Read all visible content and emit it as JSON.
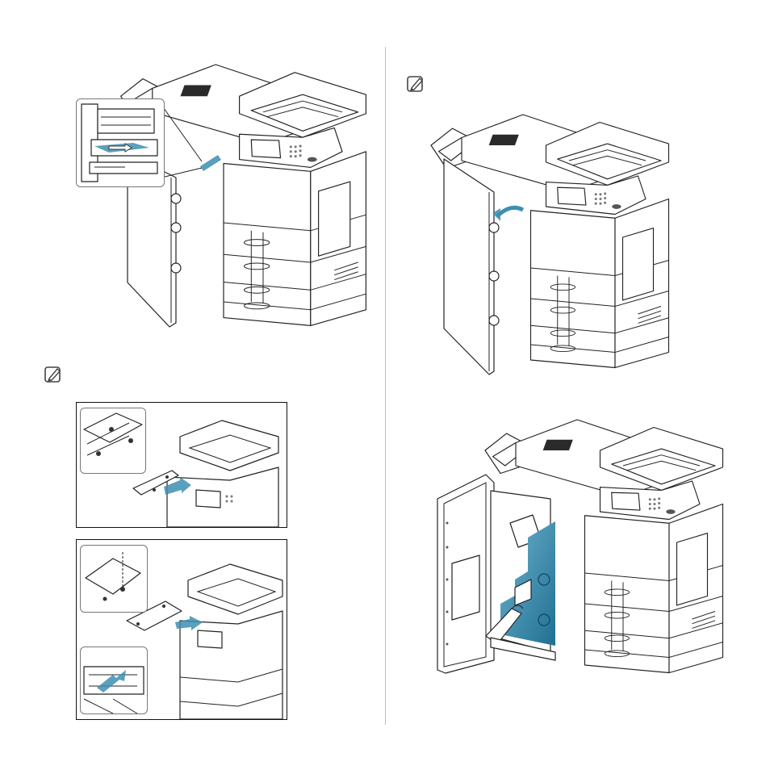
{
  "icons": {
    "note_1": "note-icon",
    "note_2": "note-icon"
  },
  "colors": {
    "highlight_blue": "#3d8fb0",
    "line": "#222222",
    "divider": "#bfbfbf"
  },
  "figures": [
    "printer-open-left-door-with-inset",
    "printer-side-cover-remove-top",
    "printer-side-cover-remove-bottom",
    "printer-close-left-door",
    "printer-waste-toner-container"
  ]
}
